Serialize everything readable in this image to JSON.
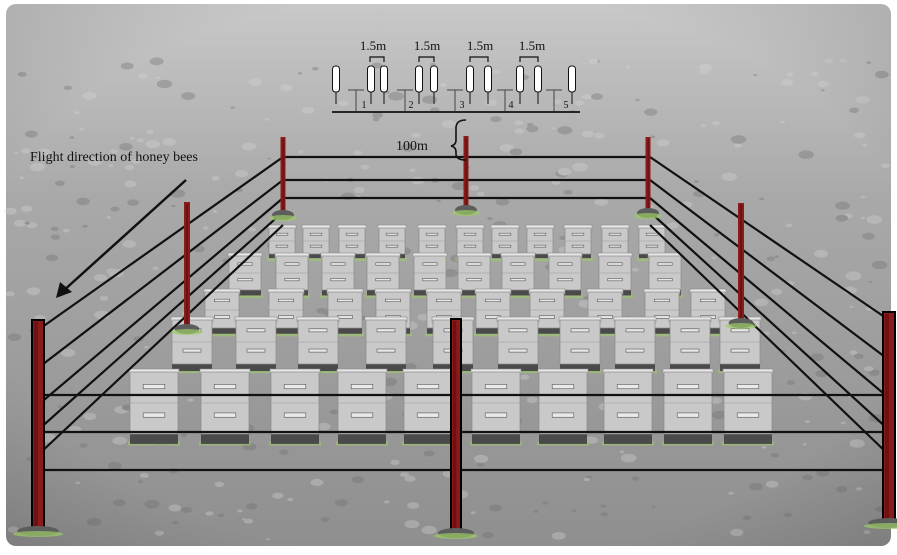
{
  "labels": {
    "flight_direction": "Flight direction of honey bees",
    "distance_to_array": "100m",
    "trap_spacing": [
      "1.5m",
      "1.5m",
      "1.5m",
      "1.5m"
    ],
    "trap_numbers": [
      "1",
      "2",
      "3",
      "4",
      "5"
    ]
  },
  "colors": {
    "background": "#a4a4a4",
    "field_dark": "#7d7d7d",
    "post_red": "#8b1a1a",
    "post_dark_red": "#5a0d0d",
    "wire": "#111111",
    "hive_body": "#c9c9c9",
    "hive_base": "#4a4a4a",
    "grass_accent": "#9ccc65"
  },
  "icons": [
    "fence-post-icon",
    "beehive-icon",
    "trap-icon",
    "arrow-icon",
    "brace-icon"
  ]
}
